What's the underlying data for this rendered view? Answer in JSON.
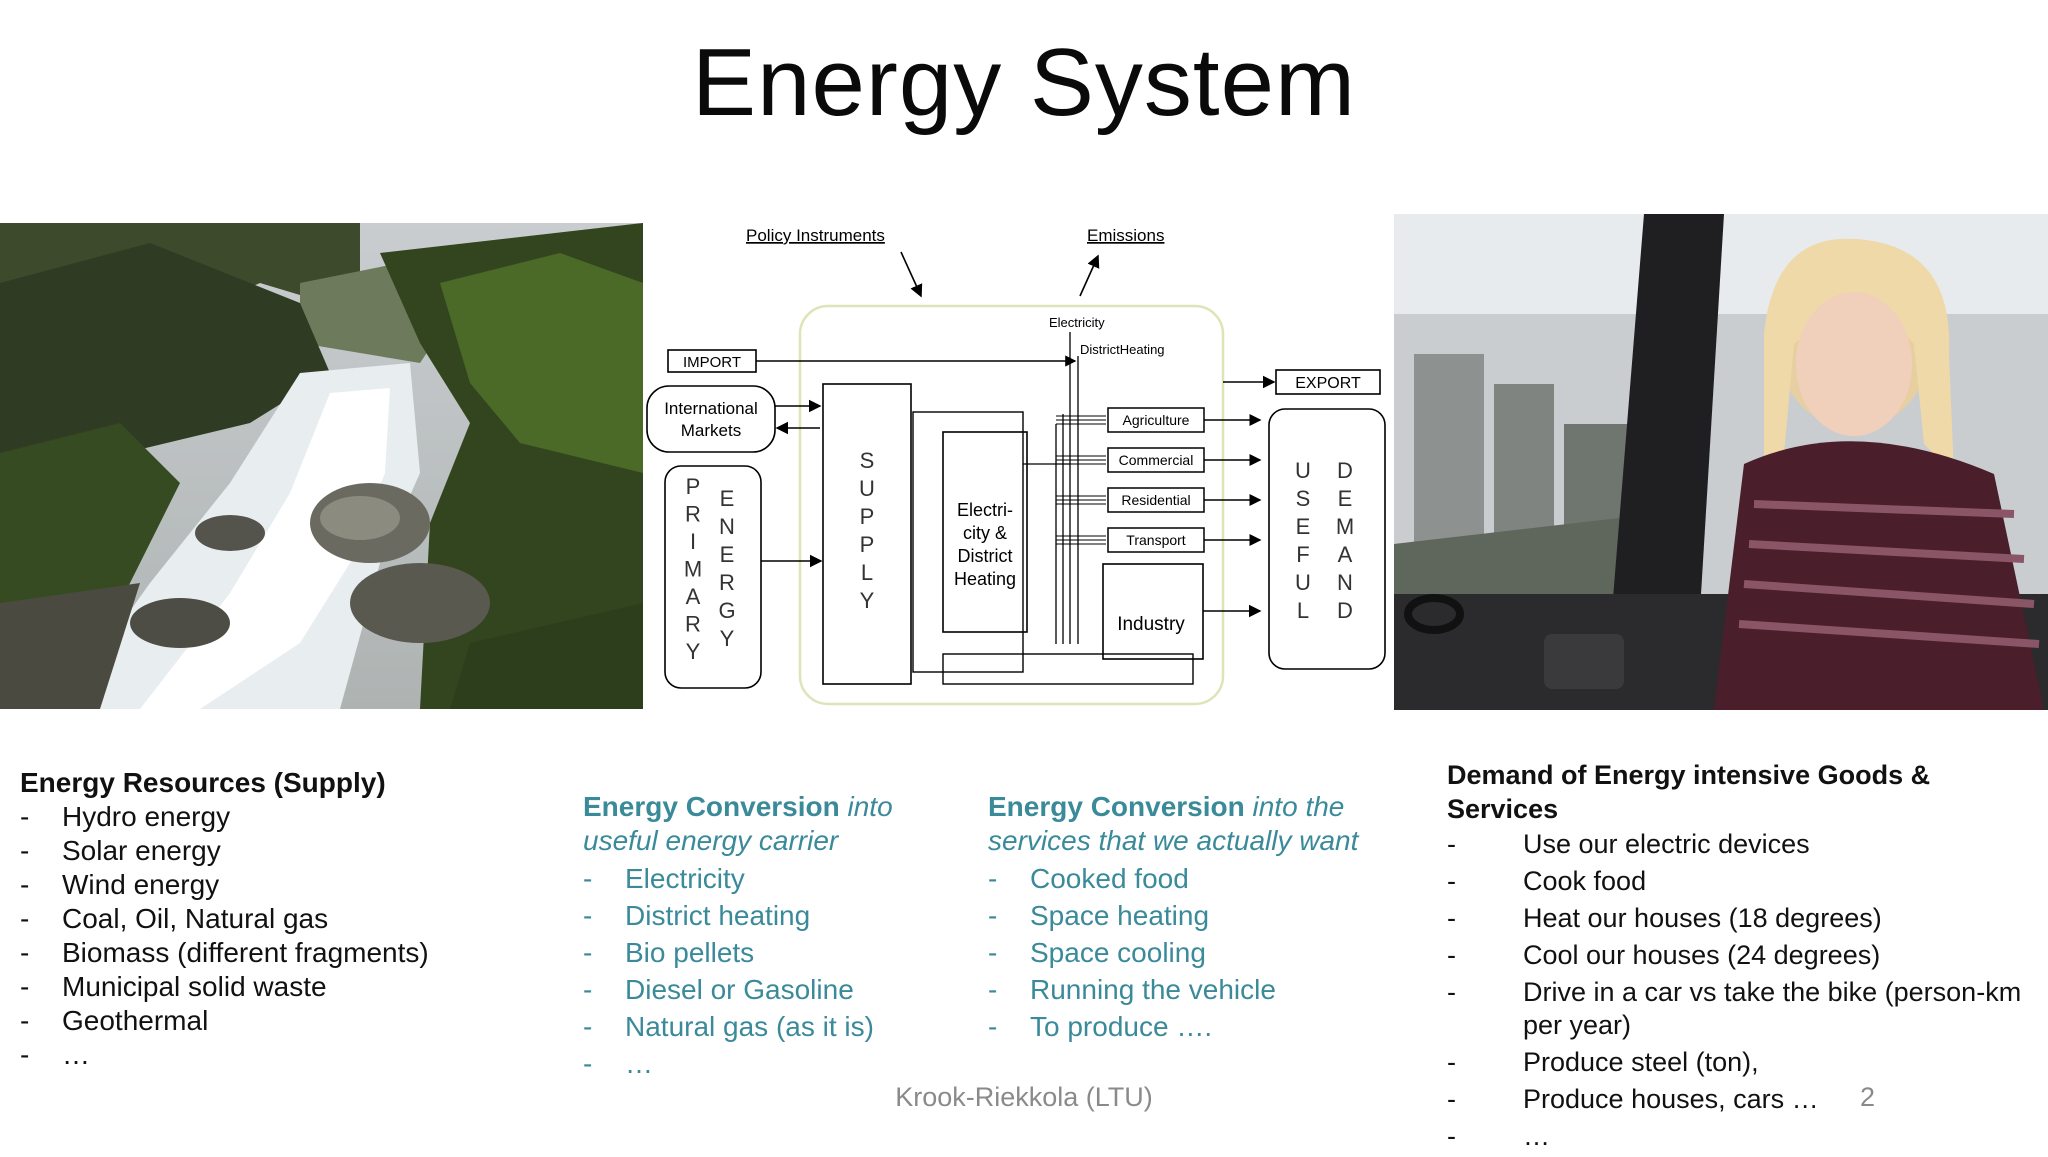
{
  "title": "Energy System",
  "diagram": {
    "policy": "Policy Instruments",
    "emissions": "Emissions",
    "import": "IMPORT",
    "export": "EXPORT",
    "markets_1": "International",
    "markets_2": "Markets",
    "electricity": "Electricity",
    "district_heating": "DistrictHeating",
    "conv_1": "Electri-",
    "conv_2": "city &",
    "conv_3": "District",
    "conv_4": "Heating",
    "agriculture": "Agriculture",
    "commercial": "Commercial",
    "residential": "Residential",
    "transport": "Transport",
    "industry": "Industry",
    "primary": [
      "P",
      "R",
      "I",
      "M",
      "A",
      "R",
      "Y"
    ],
    "energy": [
      "E",
      "N",
      "E",
      "R",
      "G",
      "Y"
    ],
    "supply": [
      "S",
      "U",
      "P",
      "P",
      "L",
      "Y"
    ],
    "useful": [
      "U",
      "S",
      "E",
      "F",
      "U",
      "L"
    ],
    "demand": [
      "D",
      "E",
      "M",
      "A",
      "N",
      "D"
    ]
  },
  "col1": {
    "head": "Energy Resources (Supply)",
    "items": [
      "Hydro energy",
      "Solar energy",
      "Wind energy",
      "Coal, Oil, Natural gas",
      "Biomass (different fragments)",
      "Municipal solid waste",
      "Geothermal",
      "…"
    ]
  },
  "col2": {
    "head_bold": "Energy Conversion",
    "head_rest": " into useful energy carrier",
    "items": [
      "Electricity",
      "District heating",
      "Bio pellets",
      "Diesel or Gasoline",
      "Natural gas (as it is)",
      "…"
    ]
  },
  "col3": {
    "head_bold": "Energy Conversion",
    "head_rest": " into the services that we actually want",
    "items": [
      "Cooked food",
      "Space heating",
      "Space cooling",
      "Running the vehicle",
      "To produce …."
    ]
  },
  "col4": {
    "head": "Demand of Energy intensive Goods & Services",
    "items": [
      "Use our electric devices",
      "Cook food",
      "Heat our houses (18 degrees)",
      "Cool our houses (24 degrees)",
      "Drive in a car vs take the bike (person-km per year)",
      "Produce steel (ton),",
      "Produce houses, cars …",
      "…"
    ]
  },
  "footer": "Krook-Riekkola (LTU)",
  "page_number": "2"
}
